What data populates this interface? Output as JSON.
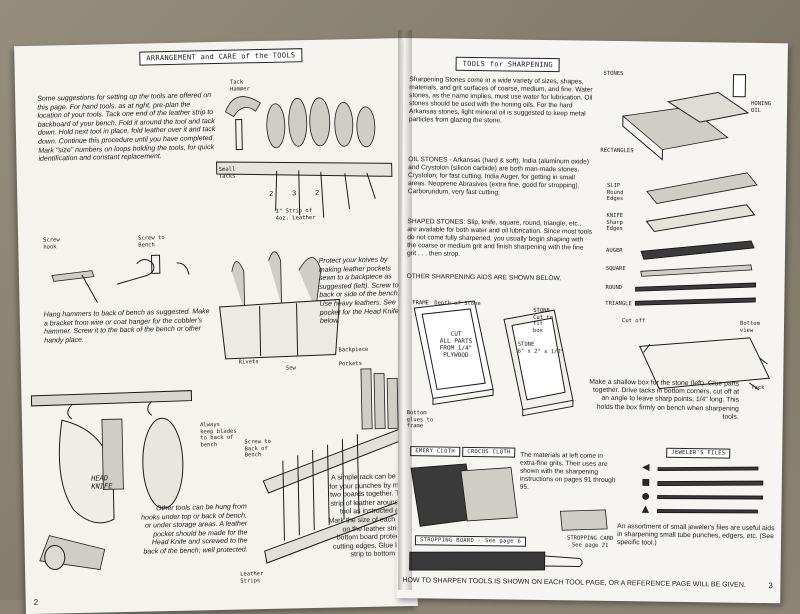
{
  "left_page": {
    "heading": "ARRANGEMENT and CARE of the TOOLS",
    "intro": "Some suggestions for setting up the tools are offered on this page. For hand tools, as at right, pre-plan the location of your tools. Tack one end of the leather strip to backboard of your bench. Fold it around the tool and tack down. Hold next tool in place, fold leather over it and tack down. Continue this procedure until you have completed. Mark \"size\" numbers on loops holding the tools, for quick identification and constant replacement.",
    "hammers_text": "Hang hammers to back of bench as suggested. Make a bracket from wire or coat hanger for the cobbler's hammer. Screw it to the back of the bench or other handy place.",
    "knives_text": "Protect your knives by making leather pockets sewn to a backpiece as suggested (left). Screw to back or side of the bench. Use heavy leathers. See pocket for the Head Knife below.",
    "other_tools_text": "Other tools can be hung from hooks under top or back of bench, or under storage areas. A leather pocket should be made for the Head Knife and screwed to the back of the bench; well protected.",
    "rack_text": "A simple rack can be made for your punches by making two boards together. Tack a strip of leather around each tool as instructed above. Mark the size of each punch on the leather strip. The bottom board protects the cutting edges. Glue leather strip to bottom board.",
    "labels": {
      "tack_hammer": "Tack\nHammer",
      "small_tacks": "Small\nTacks",
      "strip": "1\" Strip of\n4oz. Leather",
      "screw_hook": "Screw\nhook",
      "screw_to_bench": "Screw to\nBench",
      "rivets": "Rivets",
      "sew": "Sew",
      "backpiece": "Backpiece",
      "pockets": "Pockets",
      "always_keep": "Always\nkeep blades\nto back of\nbench",
      "head_knife": "HEAD\nKNIFE",
      "screw_to_back": "Screw to\nBack of\nBench",
      "leather_strips": "Leather\nStrips"
    },
    "page_number": "2"
  },
  "right_page": {
    "heading": "TOOLS for SHARPENING",
    "stones_text": "Sharpening Stones come in a wide variety of sizes, shapes, materials, and grit surfaces of coarse, medium, and fine. Water stones, as the name implies, must use water for lubrication. Oil stones should be used with the honing oils. For the hard Arkansas stones, light mineral oil is suggested to keep metal particles from glazing the stone.",
    "oil_stones_text": "OIL STONES - Arkansas (hard & soft), India (aluminum oxide) and Crystolon (silicon carbide) are both man-made stones. Crystolon; for fast cutting. India Auger, for getting in small areas. Neoprene Abrasives (extra fine, good for stropping). Carborundum, very fast cutting.",
    "shaped_stones_text": "SHAPED STONES: Slip, knife, square, round, triangle, etc., are available for both water and oil lubrication. Since most tools do not come fully sharpened, you usually begin shaping with the coarse or medium grit and finish sharpening with the fine grit . . . then strop.",
    "other_aids_heading": "OTHER SHARPENING AIDS ARE SHOWN BELOW.",
    "box_text": "Make a shallow box for the stone (left). Glue parts together. Drive tacks in bottom corners, cut off at an angle to leave sharp points, 1/4\" long. This holds the box firmly on bench when sharpening tools.",
    "cloth_text": "The materials at left come in extra-fine grits. Their uses are shown with the sharpening instructions on pages 91 through 95.",
    "files_text": "An assortment of small jeweler's files are useful aids in sharpening small tube punches, edgers, etc. (See specific tool.)",
    "footer": "HOW TO SHARPEN TOOLS IS SHOWN ON EACH TOOL PAGE, OR A REFERENCE PAGE WILL BE GIVEN.",
    "labels": {
      "stones": "STONES",
      "honing_oil": "HONING\nOIL",
      "rectangles": "RECTANGLES",
      "slip": "SLIP\nRound\nEdges",
      "knife": "KNIFE\nSharp\nEdges",
      "auger": "AUGER",
      "square": "SQUARE",
      "round": "ROUND",
      "triangle": "TRIANGLE",
      "frame": "FRAME",
      "depth": "Depth of Stone",
      "cut_all": "CUT\nALL PARTS\nFROM 1/4\"\nPLYWOOD",
      "stone_cut": "STONE\nCut to\nfit\nbox",
      "stone_size": "STONE\n6\" x 2\" x 1/2\"",
      "bottom_glue": "Bottom\nglues to\nframe",
      "cut_off": "Cut off",
      "bottom_view": "Bottom\nview",
      "tack": "Tack",
      "emery_cloth": "EMERY CLOTH",
      "crocus_cloth": "CROCUS CLOTH",
      "stropping_board": "STROPPING BOARD - See page 6",
      "stropping_card": "STROPPING CARD\nSee page 21",
      "jewelers_files": "JEWELER'S FILES"
    },
    "page_number": "3"
  }
}
